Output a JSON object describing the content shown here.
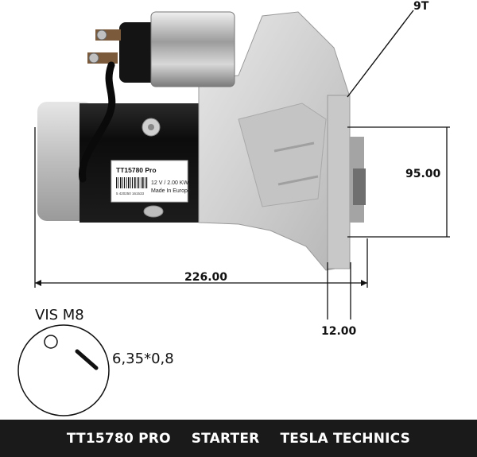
{
  "callouts": {
    "teeth": "9T",
    "height": "95.00",
    "length": "226.00",
    "flange_offset": "12.00"
  },
  "product_label": {
    "part_number": "TT15780 Pro",
    "rating": "12 V / 2.00 KW",
    "origin": "Made In Europe",
    "barcode_text": "5 420250 161533"
  },
  "mounting": {
    "title": "VIS M8",
    "spec": "6,35*0,8"
  },
  "footer": {
    "part": "TT15780 PRO",
    "type": "STARTER",
    "brand": "TESLA TECHNICS"
  },
  "colors": {
    "footer_bg": "#1a1a1a",
    "motor_body": "#121212",
    "housing": "#d2d2d2"
  }
}
